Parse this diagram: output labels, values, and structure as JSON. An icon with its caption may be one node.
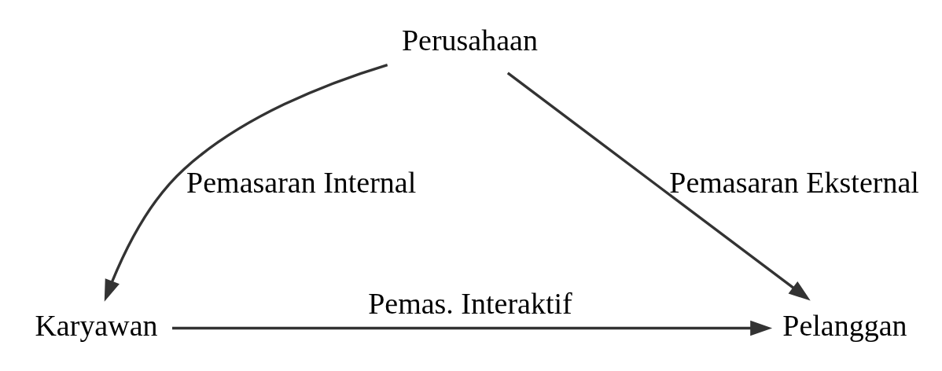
{
  "diagram": {
    "nodes": [
      {
        "text": [
          "Perusahaan"
        ]
      },
      {
        "text": [
          "Karyawan"
        ]
      },
      {
        "text": [
          "Pelanggan"
        ]
      }
    ],
    "edges": [
      {
        "from": 0,
        "to": 1,
        "arrow": "to",
        "label": "Pemasaran Internal"
      },
      {
        "from": 0,
        "to": 2,
        "arrow": "to",
        "label": "Pemasaran Eksternal"
      },
      {
        "from": 1,
        "to": 2,
        "arrow": "to",
        "label": "Pemas. Interaktif"
      }
    ]
  }
}
